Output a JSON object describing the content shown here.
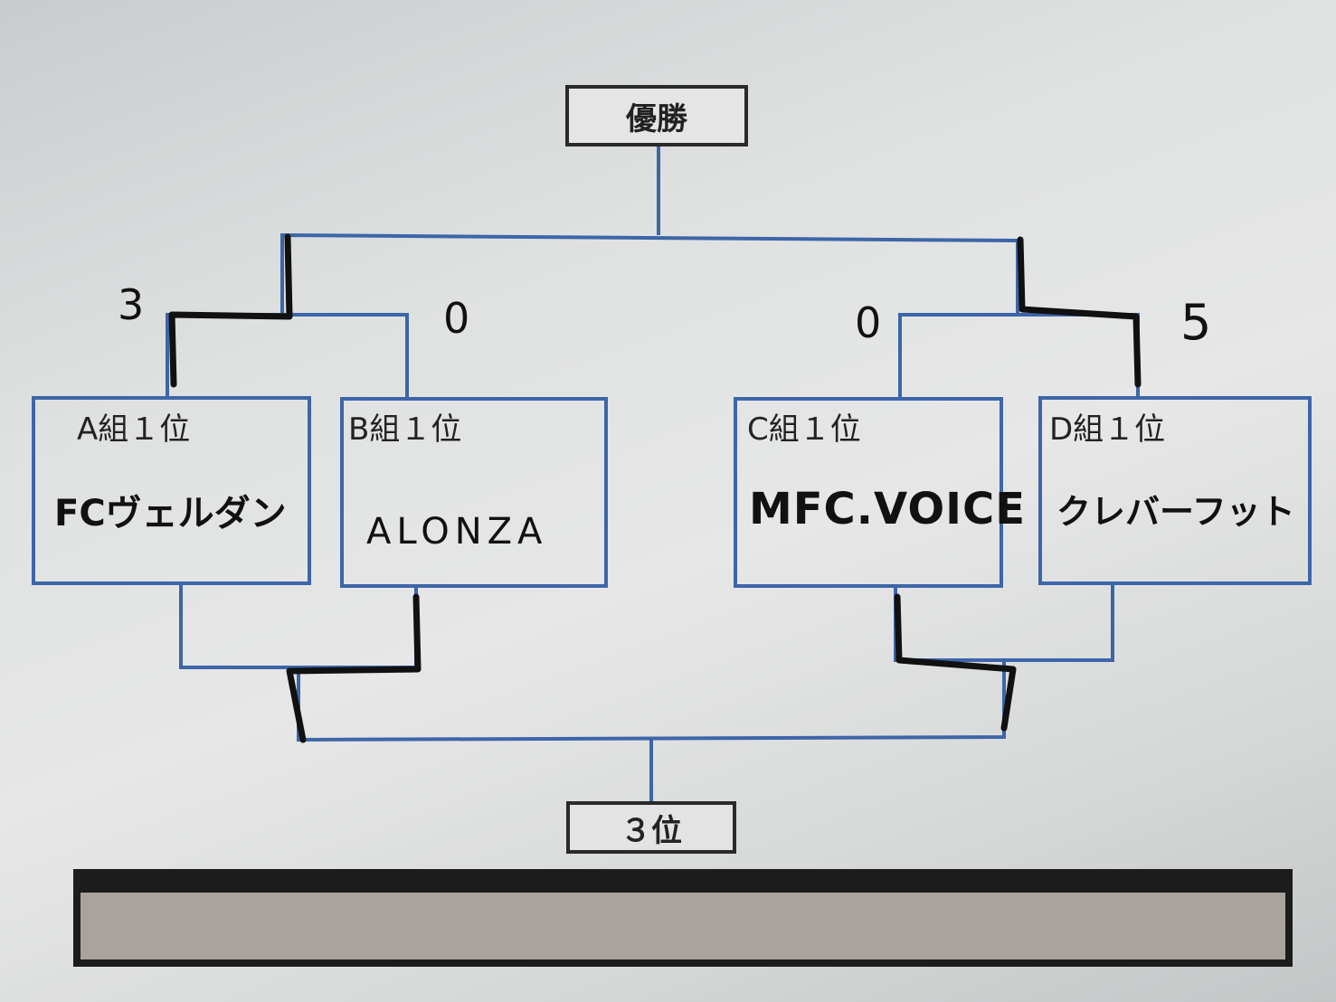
{
  "final_box": {
    "label": "優勝"
  },
  "third_place_box": {
    "label": "３位"
  },
  "semifinal_left": {
    "score_a": "3",
    "score_b": "0"
  },
  "semifinal_right": {
    "score_c": "0",
    "score_d": "5"
  },
  "teams": [
    {
      "group": "A組１位",
      "name": "FCヴェルダン"
    },
    {
      "group": "B組１位",
      "name": "ALONZA"
    },
    {
      "group": "C組１位",
      "name": "MFC.VOICE"
    },
    {
      "group": "D組１位",
      "name": "クレバーフット"
    }
  ],
  "colors": {
    "bracket_line": "#3d66a8",
    "marker": "#111111",
    "box_border": "#2a2a2a"
  }
}
